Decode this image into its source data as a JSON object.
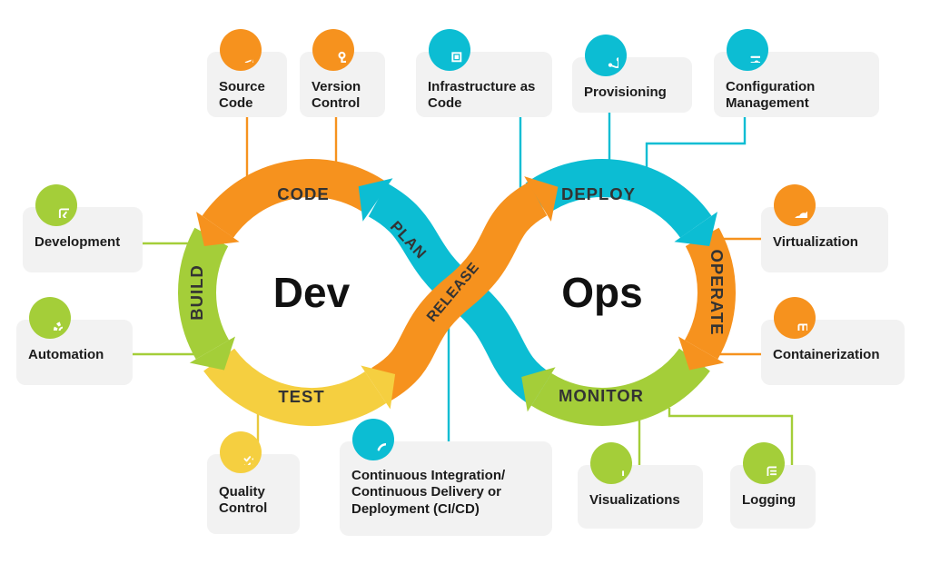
{
  "palette": {
    "orange": "#F6921E",
    "cyan": "#0CBDD3",
    "green": "#A4CE39",
    "yellow": "#F5CF40",
    "card_bg": "#F2F2F2",
    "segment_label_color": "#333333",
    "center_text_color": "#111111"
  },
  "center": {
    "dev": "Dev",
    "ops": "Ops"
  },
  "loop_labels": {
    "code": "CODE",
    "plan": "PLAN",
    "build": "BUILD",
    "test": "TEST",
    "release": "RELEASE",
    "deploy": "DEPLOY",
    "operate": "OPERATE",
    "monitor": "MONITOR"
  },
  "cards": [
    {
      "id": "source-code",
      "label": "Source Code",
      "icon": "code-icon",
      "color": "#F6921E"
    },
    {
      "id": "version-control",
      "label": "Version Control",
      "icon": "branch-icon",
      "color": "#F6921E"
    },
    {
      "id": "infrastructure-as-code",
      "label": "Infrastructure as Code",
      "icon": "blocks-icon",
      "color": "#0CBDD3"
    },
    {
      "id": "provisioning",
      "label": "Provisioning",
      "icon": "network-icon",
      "color": "#0CBDD3"
    },
    {
      "id": "configuration-management",
      "label": "Configuration Management",
      "icon": "sliders-icon",
      "color": "#0CBDD3"
    },
    {
      "id": "development",
      "label": "Development",
      "icon": "monitor-code-icon",
      "color": "#A4CE39"
    },
    {
      "id": "automation",
      "label": "Automation",
      "icon": "gear-icon",
      "color": "#A4CE39"
    },
    {
      "id": "virtualization",
      "label": "Virtualization",
      "icon": "cloud-icon",
      "color": "#F6921E"
    },
    {
      "id": "containerization",
      "label": "Containerization",
      "icon": "container-icon",
      "color": "#F6921E"
    },
    {
      "id": "quality-control",
      "label": "Quality Control",
      "icon": "checklist-icon",
      "color": "#F5CF40"
    },
    {
      "id": "cicd",
      "label": "Continuous Integration/ Continuous Delivery or Deployment (CI/CD)",
      "icon": "sync-icon",
      "color": "#0CBDD3"
    },
    {
      "id": "visualizations",
      "label": "Visualizations",
      "icon": "bar-chart-icon",
      "color": "#A4CE39"
    },
    {
      "id": "logging",
      "label": "Logging",
      "icon": "log-file-icon",
      "color": "#A4CE39"
    }
  ]
}
